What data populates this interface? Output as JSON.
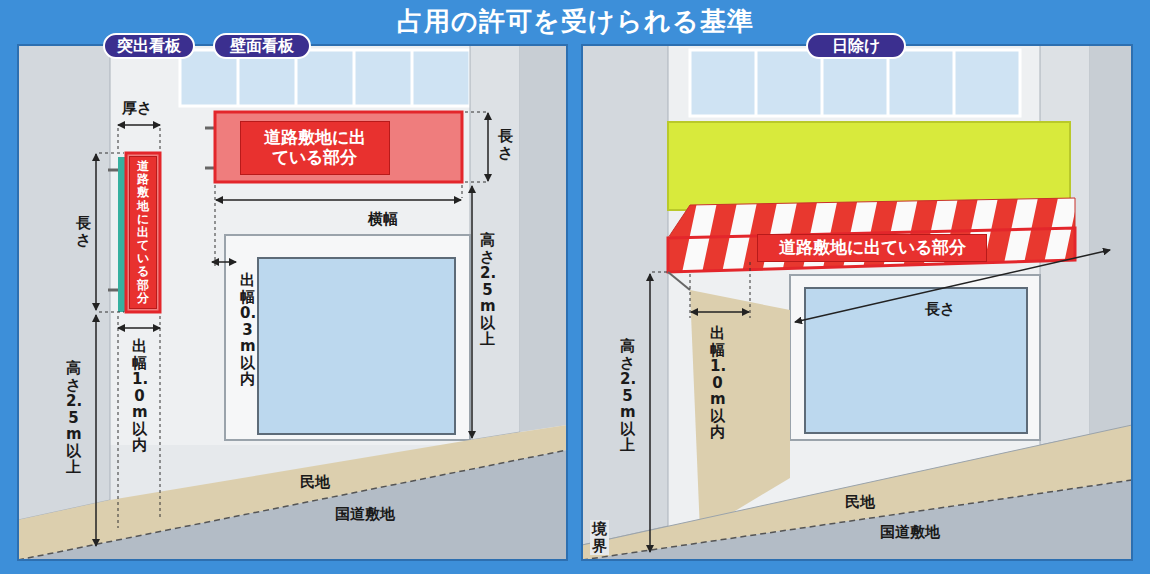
{
  "diagram": {
    "title": "占用の許可を受けられる基準",
    "nodes": [
      {
        "text": [
          "突出看板"
        ]
      },
      {
        "text": [
          "壁面看板"
        ]
      },
      {
        "text": [
          "道路敷地に出ている部分"
        ]
      },
      {
        "text": [
          "道路敷地に出ている部分"
        ]
      },
      {
        "text": [
          "日除け"
        ]
      },
      {
        "text": [
          "道路敷地に出ている部分"
        ]
      }
    ],
    "labels": [
      "厚さ",
      "長さ",
      "長さ",
      "横幅",
      "出幅1.0m以内",
      "出幅0.3m以内",
      "高さ2.5m以上",
      "高さ2.5m以上",
      "民地",
      "国道敷地",
      "長さ",
      "出幅1.0m以内",
      "高さ2.5m以上",
      "民地",
      "国道敷地",
      "境界"
    ]
  }
}
